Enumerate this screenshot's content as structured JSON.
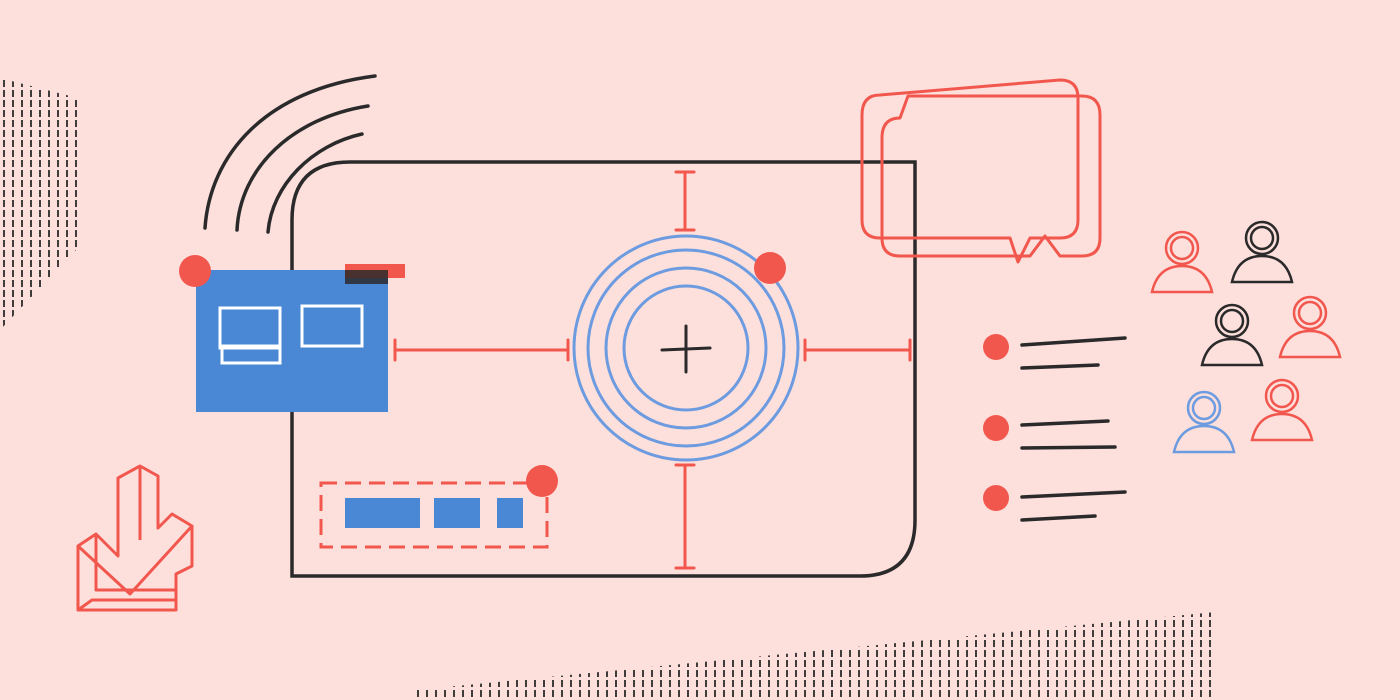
{
  "scene": {
    "background": "#fddfdc",
    "palette": {
      "ink": "#2a2a2a",
      "red": "#f2574e",
      "blue": "#4a88d6",
      "light_blue": "#6d9be0",
      "pale": "#ffffff"
    },
    "icons": [
      "signal-waves-icon",
      "speech-bubbles-icon",
      "download-arrow-icon",
      "crosshair-target-icon",
      "user-icon",
      "bullet-list-icon"
    ],
    "elements": {
      "device_frame": "rounded-rectangle",
      "blue_card": "card-with-two-panels",
      "target": "concentric-circles-with-plus",
      "progress_bar": "dashed-box-with-three-blocks",
      "bullet_list_items": 3,
      "user_avatars": 6
    }
  }
}
